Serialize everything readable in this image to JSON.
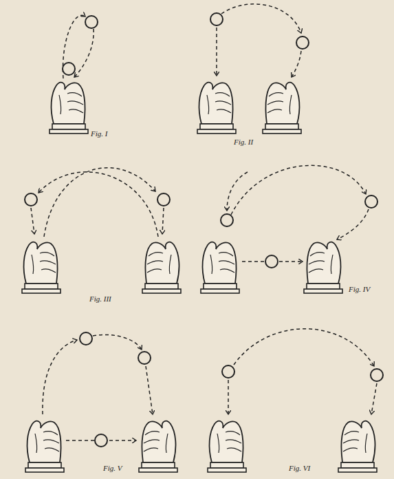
{
  "diagram": {
    "labels": [
      "Fig. I",
      "Fig. II",
      "Fig. III",
      "Fig. IV",
      "Fig. V",
      "Fig. VI"
    ]
  }
}
